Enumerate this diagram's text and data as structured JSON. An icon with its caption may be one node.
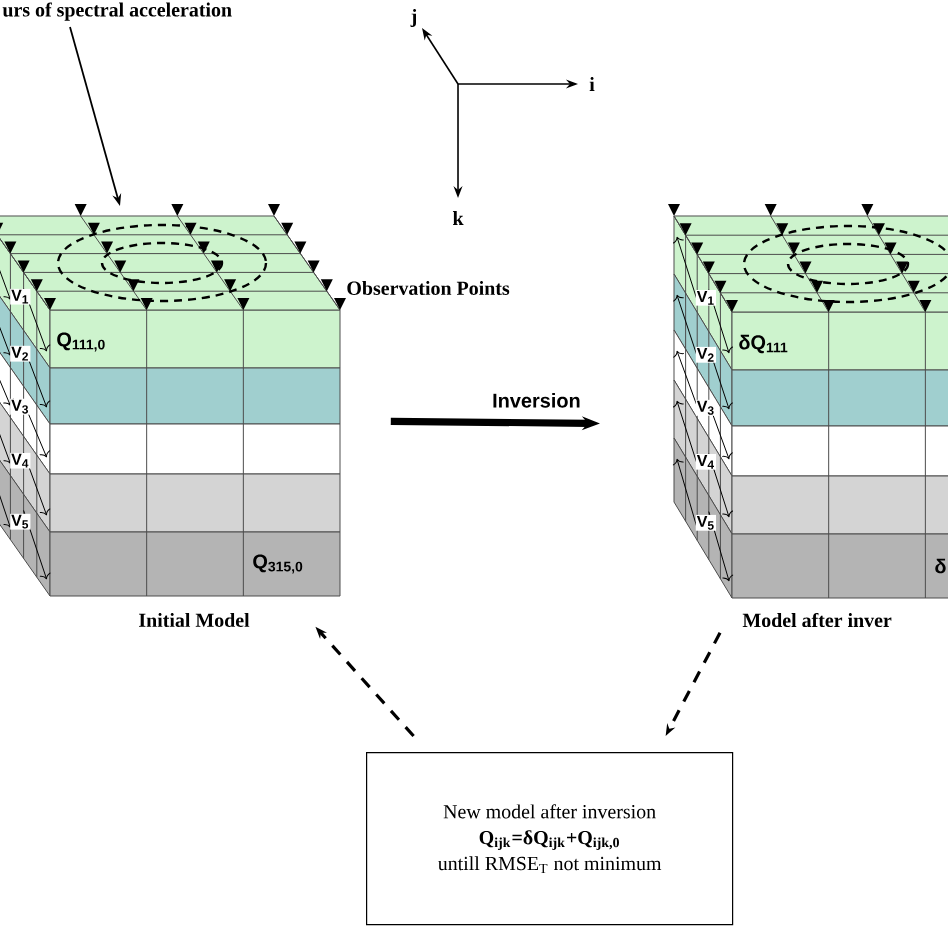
{
  "diagram": {
    "nodes": [
      {
        "text": [
          "Q$_{111,0}$",
          "Q$_{315,0}$"
        ],
        "beside": [
          "Initial Model"
        ]
      },
      {
        "text": [
          "δQ$_{111}$",
          "δ"
        ],
        "beside": [
          "Model after inver"
        ]
      },
      {
        "text": [
          "New model after inversion",
          "Q$_{ijk}$=δQ$_{ijk}$+Q$_{ijk,0}$",
          "untill RMSE$_{T}$ not minimum"
        ]
      },
      {
        "text": [
          "urs of spectral acceleration"
        ]
      }
    ],
    "edges": [
      {
        "from": 0,
        "to": 1,
        "arrow": "to",
        "label": "Inversion",
        "style": "thick"
      },
      {
        "from": 1,
        "to": 2,
        "arrow": "to",
        "style": "dashed"
      },
      {
        "from": 2,
        "to": 0,
        "arrow": "to",
        "style": "dashed"
      },
      {
        "from": 3,
        "to": 0,
        "arrow": "to"
      }
    ],
    "labels": [
      "j",
      "i",
      "k",
      "Observation Points",
      "V$_{1}$",
      "V$_{2}$",
      "V$_{3}$",
      "V$_{4}$",
      "V$_{5}$",
      "V$_{1}$",
      "V$_{2}$",
      "V$_{3}$",
      "V$_{4}$",
      "V$_{5}$"
    ]
  }
}
